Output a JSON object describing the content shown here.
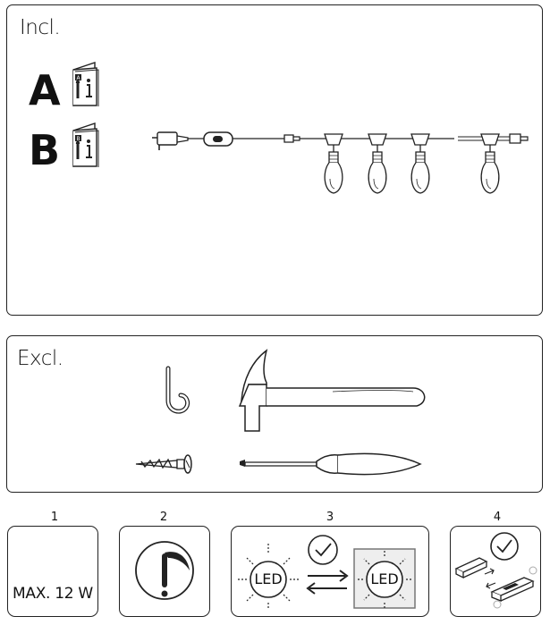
{
  "included": {
    "title": "Incl.",
    "items": [
      {
        "letter": "A",
        "icon": "manual-book-icon"
      },
      {
        "letter": "B",
        "icon": "manual-book-icon"
      }
    ],
    "product_icon": "string-light-icon"
  },
  "excluded": {
    "title": "Excl.",
    "tools": [
      "hook-icon",
      "hammer-icon",
      "screw-icon",
      "screwdriver-icon"
    ]
  },
  "steps": [
    {
      "number": "1",
      "text": "MAX. 12 W"
    },
    {
      "number": "2",
      "icon": "caution-icon"
    },
    {
      "number": "3",
      "left_label": "LED",
      "right_label": "LED",
      "icon": "check-icon"
    },
    {
      "number": "4",
      "icon": "check-icon"
    }
  ]
}
